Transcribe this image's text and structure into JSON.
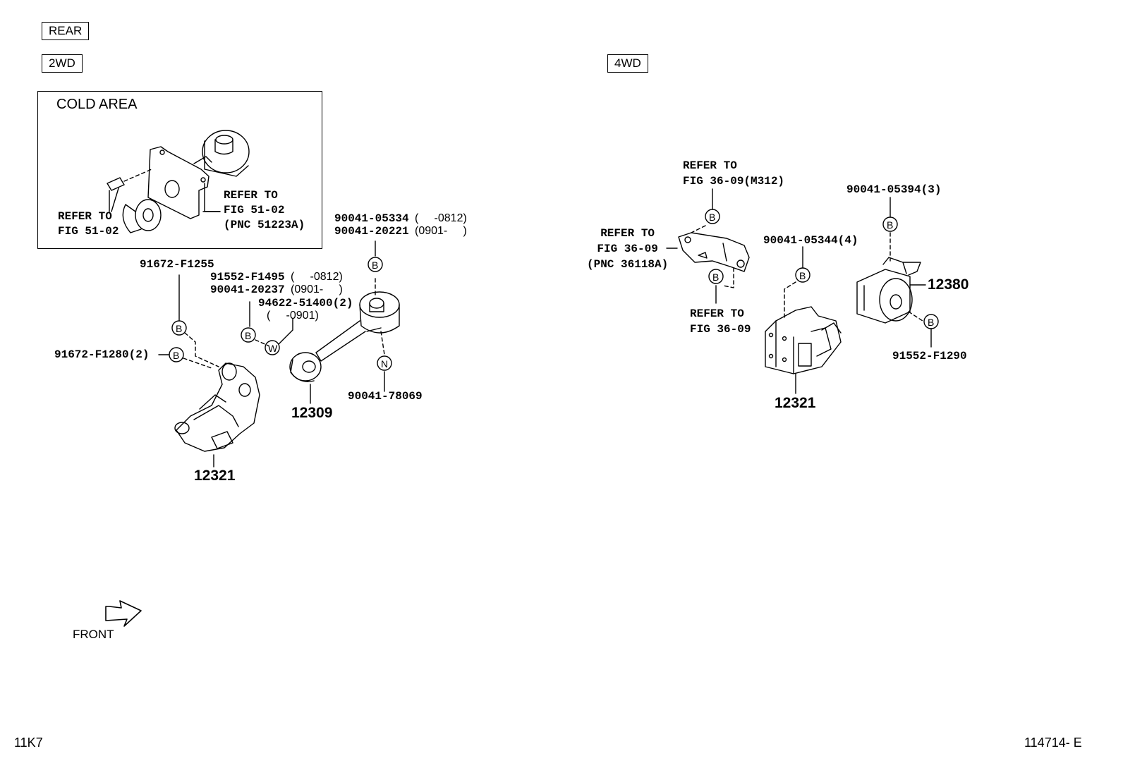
{
  "tags": {
    "rear": "REAR",
    "two_wd": "2WD",
    "four_wd": "4WD"
  },
  "cold_area": {
    "title": "COLD AREA",
    "refer_right": "REFER TO\nFIG 51-02\n(PNC 51223A)",
    "refer_left": "REFER TO\nFIG 51-02"
  },
  "left": {
    "p1": "91672-F1255",
    "p2": "91672-F1280(2)",
    "p3a": "91552-F1495",
    "p3a_note": "(     -0812)",
    "p3b": "90041-20237",
    "p3b_note": "(0901-     )",
    "p4": "94622-51400(2)",
    "p4_note": "(     -0901)",
    "p5a": "90041-05334",
    "p5a_note": "(     -0812)",
    "p5b": "90041-20221",
    "p5b_note": "(0901-     )",
    "p6": "90041-78069",
    "pnc_12309": "12309",
    "pnc_12321": "12321"
  },
  "right": {
    "refer_top": "REFER TO\nFIG 36-09(M312)",
    "refer_mid": "REFER TO\nFIG 36-09\n(PNC 36118A)",
    "refer_bot": "REFER TO\nFIG 36-09",
    "p1": "90041-05344(4)",
    "p2": "90041-05394(3)",
    "p3": "91552-F1290",
    "pnc_12380": "12380",
    "pnc_12321": "12321"
  },
  "symbols": {
    "b": "B",
    "w": "W",
    "n": "N"
  },
  "front": "FRONT",
  "footer": {
    "left": "11K7",
    "right": "114714- E"
  }
}
